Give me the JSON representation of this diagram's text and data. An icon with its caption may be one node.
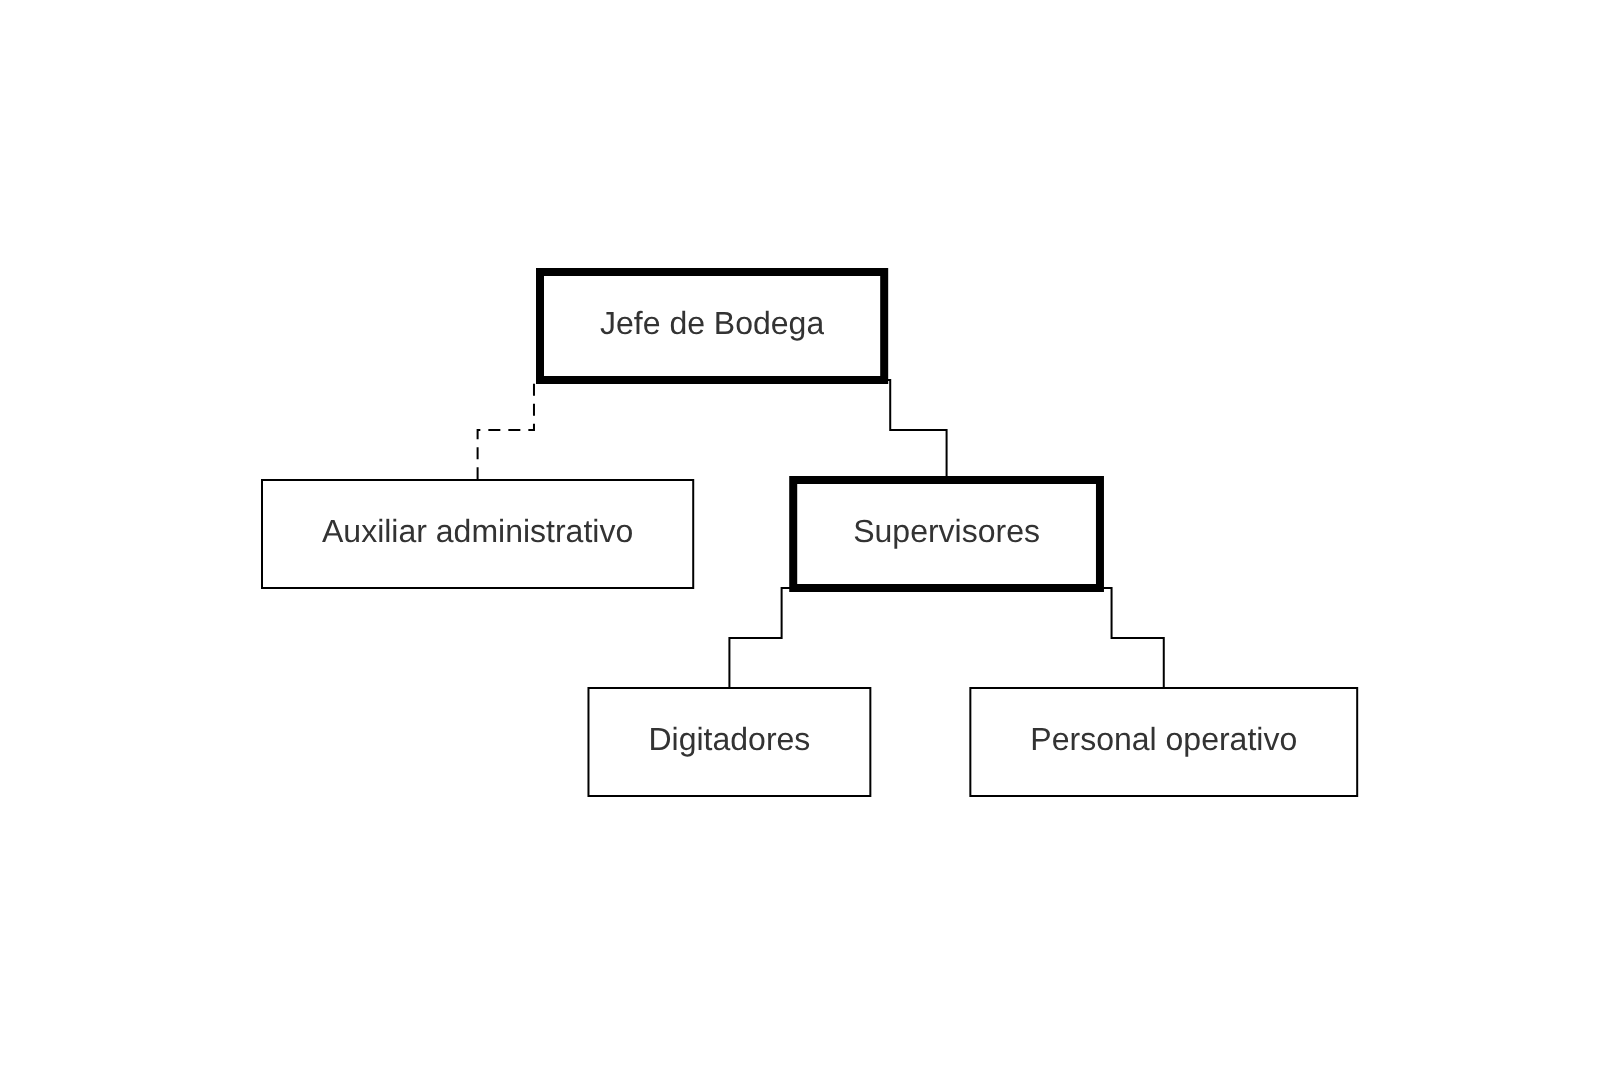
{
  "diagram": {
    "nodes": [
      {
        "text": [
          "Jefe de Bodega"
        ]
      },
      {
        "text": [
          "Auxiliar administrativo"
        ]
      },
      {
        "text": [
          "Supervisores"
        ]
      },
      {
        "text": [
          "Digitadores"
        ]
      },
      {
        "text": [
          "Personal operativo"
        ]
      }
    ],
    "edges": [
      {
        "from": 0,
        "to": 2,
        "arrow": "none"
      },
      {
        "from": 0,
        "to": 1,
        "arrow": "none",
        "style": "dashed"
      },
      {
        "from": 2,
        "to": 3,
        "arrow": "none"
      },
      {
        "from": 2,
        "to": 4,
        "arrow": "none"
      }
    ]
  }
}
